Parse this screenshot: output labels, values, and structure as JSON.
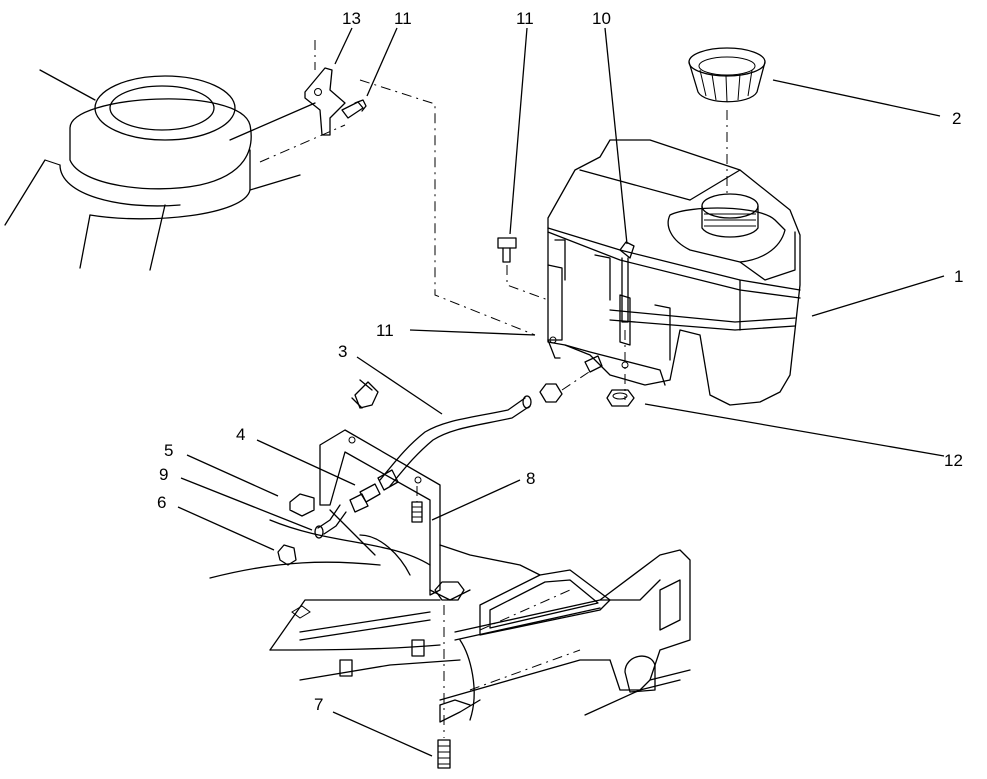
{
  "diagram": {
    "callouts": [
      {
        "id": "c13a",
        "label": "13"
      },
      {
        "id": "c11a",
        "label": "11"
      },
      {
        "id": "c11b",
        "label": "11"
      },
      {
        "id": "c10",
        "label": "10"
      },
      {
        "id": "c2",
        "label": "2"
      },
      {
        "id": "c1",
        "label": "1"
      },
      {
        "id": "c11c",
        "label": "11"
      },
      {
        "id": "c3",
        "label": "3"
      },
      {
        "id": "c12",
        "label": "12"
      },
      {
        "id": "c4",
        "label": "4"
      },
      {
        "id": "c5",
        "label": "5"
      },
      {
        "id": "c9",
        "label": "9"
      },
      {
        "id": "c8",
        "label": "8"
      },
      {
        "id": "c6",
        "label": "6"
      },
      {
        "id": "c7",
        "label": "7"
      }
    ]
  }
}
